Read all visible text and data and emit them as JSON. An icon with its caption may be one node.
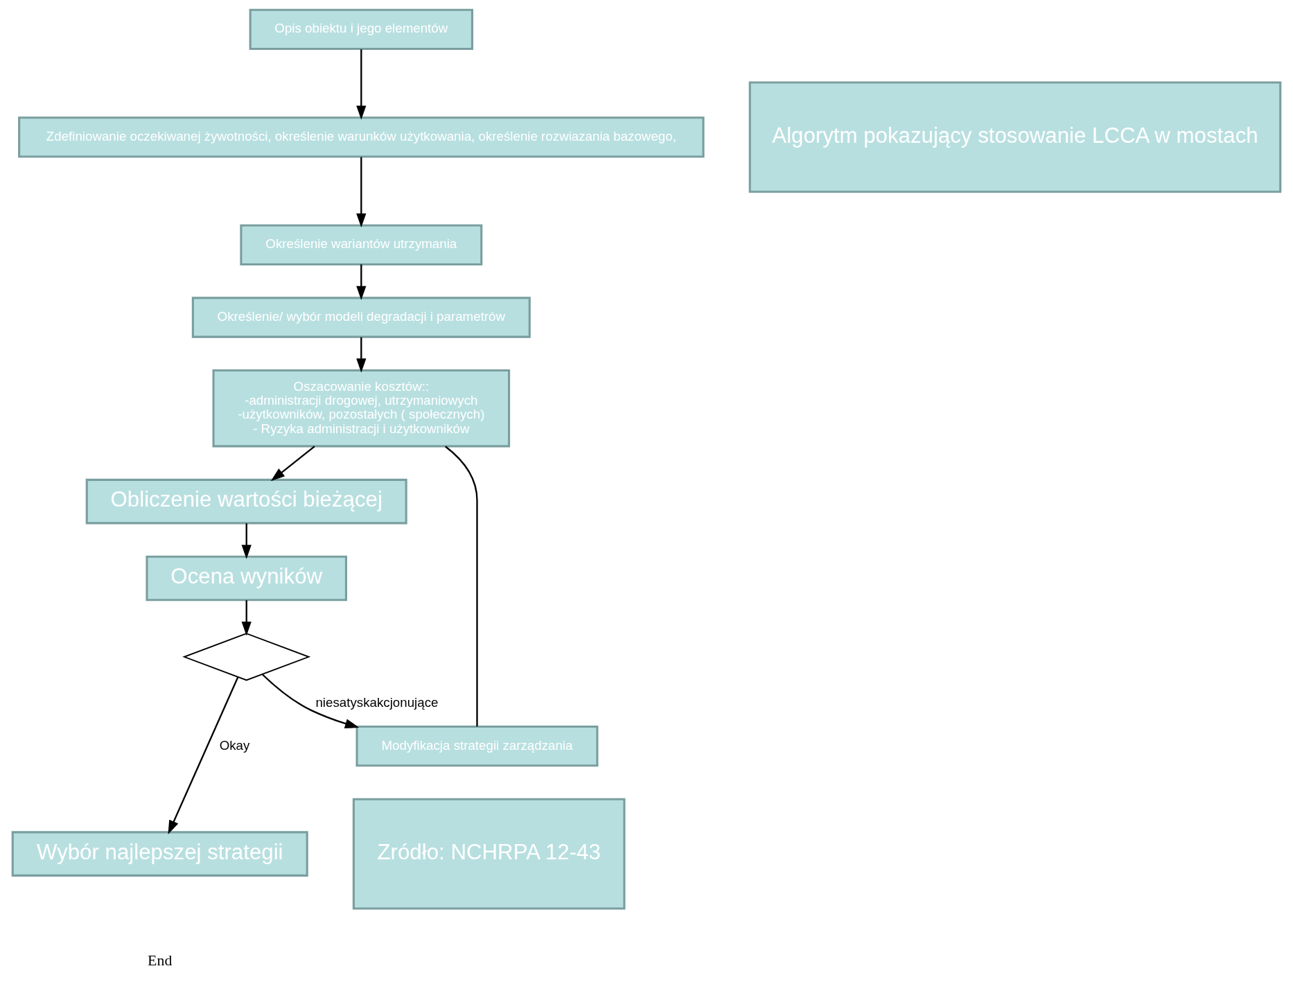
{
  "diagram": {
    "nodes": [
      {
        "text": [
          "Opis obiektu i jego elementów"
        ]
      },
      {
        "text": [
          "Zdefiniowanie oczekiwanej żywotności, określenie warunków użytkowania, określenie rozwiazania bazowego,"
        ]
      },
      {
        "text": [
          "Określenie wariantów utrzymania"
        ]
      },
      {
        "text": [
          "Określenie/ wybór modeli degradacji i parametrów"
        ]
      },
      {
        "text": [
          "Oszacowanie kosztów::",
          "-administracji drogowej, utrzymaniowych",
          "-użytkowników, pozostałych ( społecznych)",
          "- Ryzyka administracji i użytkowników"
        ]
      },
      {
        "text": [
          "Obliczenie wartości bieżącej"
        ]
      },
      {
        "text": [
          "Ocena wyników"
        ]
      },
      {
        "text": [],
        "shape": "diamond"
      },
      {
        "text": [
          "Wybór najlepszej strategii"
        ]
      },
      {
        "text": [
          "Modyfikacja strategii zarządzania"
        ]
      },
      {
        "text": [
          "Algorytm pokazujący stosowanie LCCA w mostach"
        ]
      },
      {
        "text": [
          "Zródło: NCHRPA 12-43"
        ]
      }
    ],
    "edges": [
      {
        "from": 0,
        "to": 1,
        "arrow": "to"
      },
      {
        "from": 1,
        "to": 2,
        "arrow": "to"
      },
      {
        "from": 2,
        "to": 3,
        "arrow": "to"
      },
      {
        "from": 3,
        "to": 4,
        "arrow": "to"
      },
      {
        "from": 4,
        "to": 5,
        "arrow": "to"
      },
      {
        "from": 5,
        "to": 6,
        "arrow": "to"
      },
      {
        "from": 6,
        "to": 7,
        "arrow": "to"
      },
      {
        "from": 7,
        "to": 8,
        "arrow": "to",
        "label": "Okay"
      },
      {
        "from": 7,
        "to": 9,
        "arrow": "to",
        "label": "niesatyskakcjonujące"
      },
      {
        "from": 4,
        "to": 9,
        "arrow": "none"
      }
    ],
    "labels": [
      "End"
    ]
  }
}
